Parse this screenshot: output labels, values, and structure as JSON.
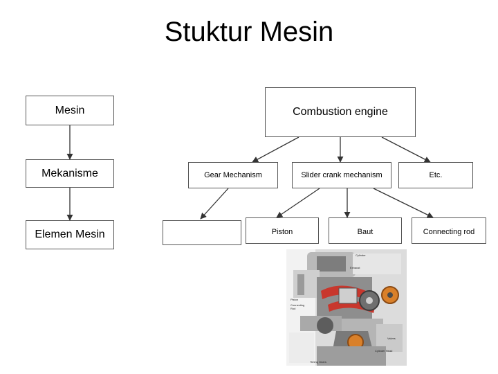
{
  "title": "Stuktur Mesin",
  "left_column": {
    "mesin": "Mesin",
    "mekanisme": "Mekanisme",
    "elemen": "Elemen Mesin"
  },
  "combustion": "Combustion engine",
  "mechanisms": {
    "gear": "Gear Mechanism",
    "slider": "Slider crank mechanism",
    "etc": "Etc."
  },
  "elements": {
    "empty": "",
    "piston": "Piston",
    "baut": "Baut",
    "connecting_rod": "Connecting rod"
  },
  "photo_labels": {
    "cylinder": "Cylinder",
    "exhaust": "Exhaust",
    "piston": "Piston",
    "connecting_rod": "Connecting Rod",
    "valves": "Valves",
    "cylinder_head": "Cylinder Head",
    "timing_gears": "Timing Gears"
  },
  "colors": {
    "border": "#555555",
    "arrow": "#333333",
    "engine_red": "#c8372d",
    "engine_orange": "#d9802a"
  }
}
